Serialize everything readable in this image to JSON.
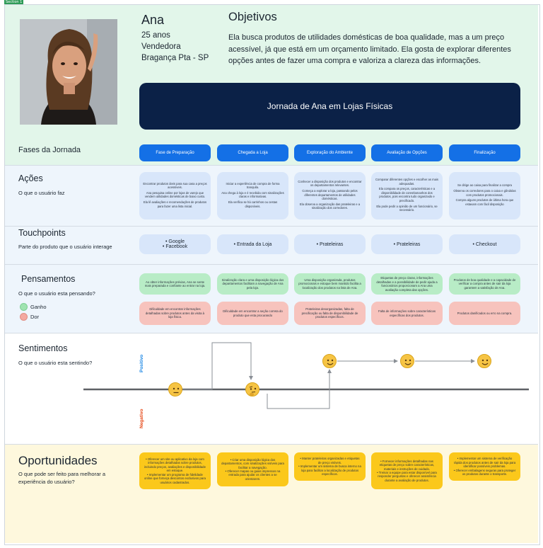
{
  "frame_tag": "Section 1",
  "persona": {
    "name": "Ana",
    "age": "25 anos",
    "job": "Vendedora",
    "city": "Bragança Pta - SP"
  },
  "objectives": {
    "title": "Objetivos",
    "text": "Ela busca produtos de utilidades domésticas de boa qualidade, mas a um preço acessível, já que está em um orçamento limitado. Ela gosta de explorar diferentes opções antes de fazer uma compra e valoriza a clareza das informações."
  },
  "banner": "Jornada de Ana em Lojas Físicas",
  "phases_title": "Fases da Jornada",
  "phases": [
    "Fase de Preparação",
    "Chegada a Loja",
    "Exploração do Ambiente",
    "Avaliação de Opções",
    "Finalização"
  ],
  "actions": {
    "title": "Ações",
    "subtitle": "O que o usuário faz",
    "cards": [
      [
        "Encontrar produtos úteis para sua casa a preços acessíveis.",
        "Ana pesquisa online por lojas de varejo que vendem utilidades domésticas de baixo custo.",
        "Ela lê avaliações e recomendações de produtos para fazer uma lista inicial."
      ],
      [
        "Iniciar a experiência de compra de forma tranquila.",
        "Ana chega à loja e é recebida com sinalizações claras e informativas.",
        "Ela verifica se há carrinhos ou cestas disponíveis."
      ],
      [
        "Conhecer a disposição dos produtos e encontrar os departamentos relevantes.",
        "Começa a explorar a loja, passando pelos diferentes departamentos de utilidades domésticas.",
        "Ela observa a organização das prateleiras e a sinalização dos corredores."
      ],
      [
        "Comparar diferentes opções e escolher as mais adequadas.",
        "Ela compara os preços, características e a disponibilidade de cores/tamanhos dos produtos, pois encontra tudo organizado e precificado.",
        "Ela pode pedir a opinião de um funcionário, se necessário."
      ],
      [
        "Se dirige ao caixa para finalizar a compra",
        "Observa os corredores para o caixa e gôndolas com produtos promocionais.",
        "Compra alguns produtos de última hora que estavam com fácil disposição"
      ]
    ]
  },
  "touchpoints": {
    "title": "Touchpoints",
    "subtitle": "Parte do produto que o usuário interage",
    "items": [
      [
        "Google",
        "Facebook"
      ],
      [
        "Entrada da Loja"
      ],
      [
        "Prateleiras"
      ],
      [
        "Prateleiras"
      ],
      [
        "Checkout"
      ]
    ]
  },
  "thoughts": {
    "title": "Pensamentos",
    "subtitle": "O que o usuário esta pensando?",
    "legend_gain": "Ganho",
    "legend_pain": "Dor",
    "gains": [
      "Ao obter informações prévias, Ana se sente mais preparada e confiante ao entrar na loja.",
      "Sinalização clara e uma disposição lógica dos departamentos facilitam a navegação de Ana pela loja.",
      "Uma disposição organizada, produtos promocionais e estoque bem mantido facilita a localização dos produtos na lista de Ana.",
      "Etiquetas de preço claras, informações detalhadas e a possibilidade de pedir ajuda a funcionários proporcionam a Ana uma avaliação completa das opções.",
      "Produtos de boa qualidade e a capacidade de verificar a compra antes de sair da loja garantem a satisfação de Ana."
    ],
    "pains": [
      "Dificuldade em encontrar informações detalhadas sobre produtos antes da visita à loja física.",
      "Dificuldade em encontrar a seção correta do produto que esta procurando",
      "Prateleiras desorganizadas, falta de precificação ou falta de disponibilidade de produtos específicos.",
      "Falta de informações sobre características específicas dos produtos.",
      "Produtos danificados ou erro na compra."
    ],
    "colors": {
      "gain": "#b8ecc6",
      "pain": "#f7c3bd",
      "gain_dot": "#9fe3b0",
      "pain_dot": "#f4a9a1"
    }
  },
  "feelings": {
    "title": "Sentimentos",
    "subtitle": "O que o usuário esta sentindo?",
    "positive": "Positivo",
    "negative": "Negativo",
    "icons": [
      "neutral-face-icon",
      "thinking-face-icon",
      "smiling-face-icon",
      "smiling-face-icon",
      "smiling-face-icon"
    ]
  },
  "opportunities": {
    "title": "Oportunidades",
    "subtitle": "O que pode ser feito para melhorar a experiência do usuário?",
    "cards": [
      [
        "Oferecer um site ou aplicativo da loja com informações detalhadas sobre produtos, incluindo preços, avaliações e disponibilidade em estoque.",
        "Implementar um programa de fidelidade online que forneça descontos exclusivos para usuários cadastrados."
      ],
      [
        "Criar uma disposição lógica dos departamentos, com sinalizações visíveis para facilitar a navegação.",
        "Oferecer mapas ou guias impressos na entrada para ajudar os clientes a se orientarem."
      ],
      [
        "Manter prateleiras organizadas e etiquetas de preço visíveis.",
        "Implementar um sistema de busca interno na loja para facilitar a localização de produtos específicos."
      ],
      [
        "Fornecer informações detalhadas nas etiquetas de preço sobre características, materiais e instruções de cuidado.",
        "Treinar a equipe para estar disponível para responder perguntas e oferecer assistência durante a avaliação de produtos."
      ],
      [
        "Implementar um sistema de verificação rápida dos produtos antes de sair da loja para identificar possíveis problemas.",
        "Oferecer embalagens seguras para proteger os produtos durante o transporte."
      ]
    ]
  }
}
